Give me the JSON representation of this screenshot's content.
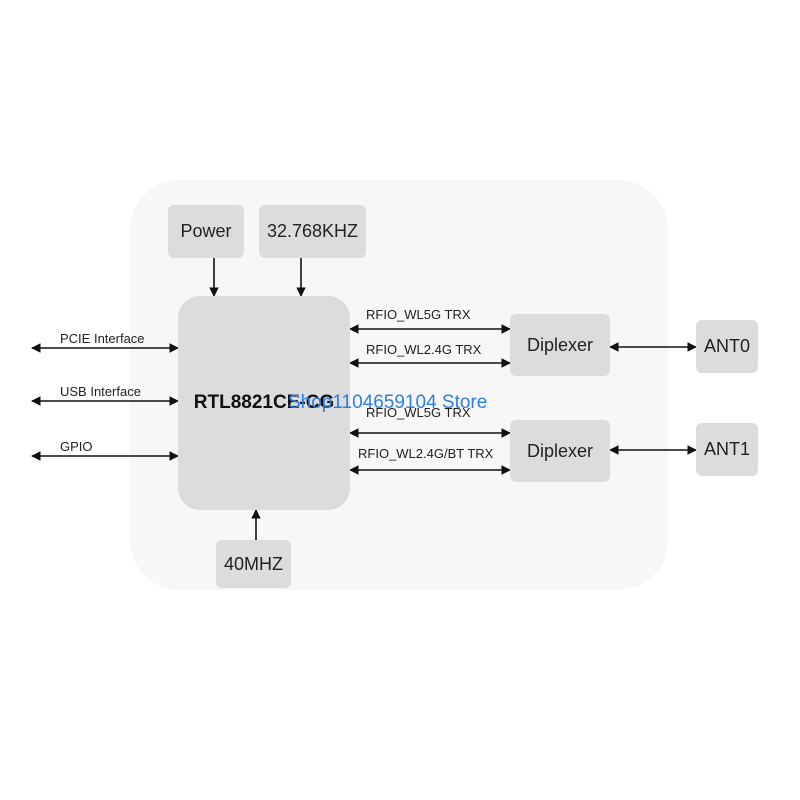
{
  "blocks": {
    "power": "Power",
    "clock_32k": "32.768KHZ",
    "chip": "RTL8821CE-CG",
    "clock_40m": "40MHZ",
    "diplexer_0": "Diplexer",
    "diplexer_1": "Diplexer",
    "ant0": "ANT0",
    "ant1": "ANT1"
  },
  "interfaces": {
    "pcie": "PCIE Interface",
    "usb": "USB Interface",
    "gpio": "GPIO"
  },
  "rf_links": {
    "wl5g_a": "RFIO_WL5G TRX",
    "wl24g_a": "RFIO_WL2.4G TRX",
    "wl5g_b": "RFIO_WL5G TRX",
    "wl24g_bt_b": "RFIO_WL2.4G/BT TRX"
  },
  "watermark": "Shop1104659104 Store",
  "colors": {
    "panel": "#f7f7f7",
    "block": "#dcdcdc",
    "line": "#111111",
    "watermark": "#2f7fe0"
  }
}
